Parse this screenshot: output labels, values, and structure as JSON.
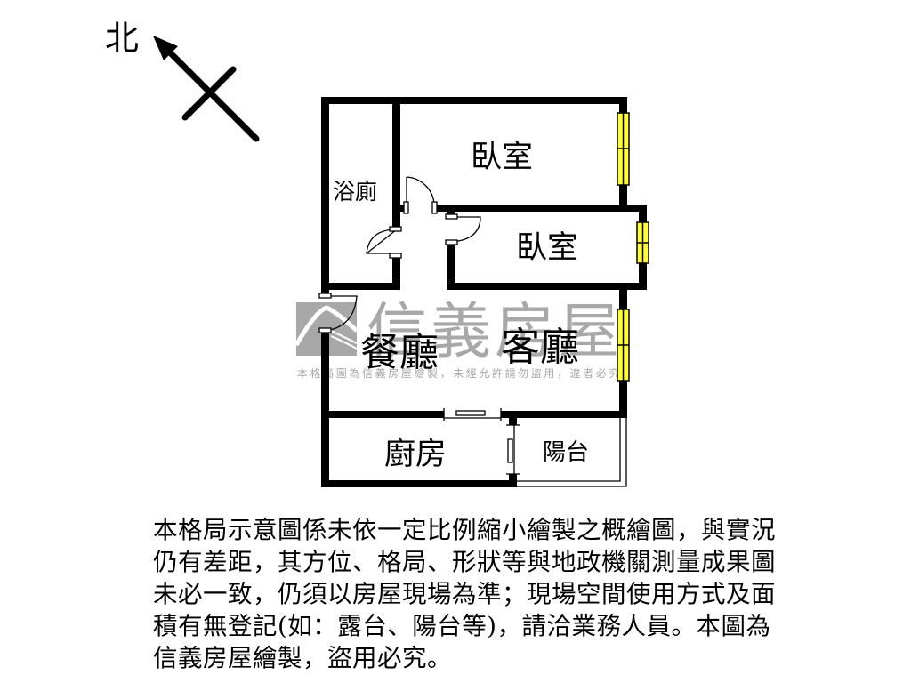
{
  "compass": {
    "label": "北",
    "icon": "north-arrow-icon"
  },
  "rooms": {
    "bathroom": "浴廁",
    "bedroom_1": "臥室",
    "bedroom_2": "臥室",
    "dining": "餐廳",
    "living": "客廳",
    "kitchen": "廚房",
    "balcony": "陽台"
  },
  "watermark": {
    "brand": "信義房屋",
    "notice": "本格局圖為信義房屋繪製，未經允許請勿盜用，違者必究",
    "logo_color": "#a8a8a8"
  },
  "colors": {
    "wall": "#000000",
    "window_fill": "#ffff33",
    "background": "#ffffff"
  },
  "disclaimer": {
    "lines": [
      "本格局示意圖係未依一定比例縮小繪製之概繪圖，與實況",
      "仍有差距，其方位、格局、形狀等與地政機關測量成果圖",
      "未必一致，仍須以房屋現場為準；現場空間使用方式及面",
      "積有無登記(如：露台、陽台等)，請洽業務人員。本圖為",
      "信義房屋繪製，盜用必究。"
    ]
  }
}
